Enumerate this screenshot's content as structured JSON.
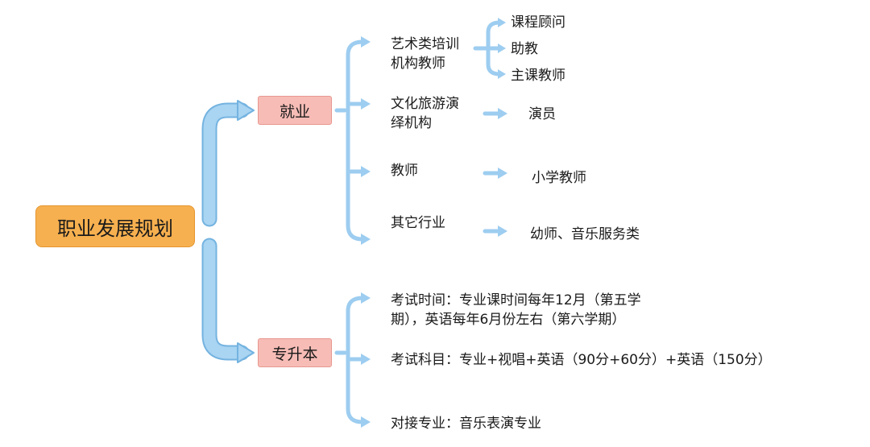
{
  "root": {
    "label": "职业发展规划"
  },
  "branches": [
    {
      "label": "就业",
      "items": [
        {
          "label": "艺术类培训机构教师",
          "line1": "艺术类培训",
          "line2": "机构教师",
          "children": [
            "课程顾问",
            "助教",
            "主课教师"
          ]
        },
        {
          "label": "文化旅游演绎机构",
          "line1": "文化旅游演",
          "line2": "绎机构",
          "children": [
            "演员"
          ]
        },
        {
          "label": "教师",
          "children": [
            "小学教师"
          ]
        },
        {
          "label": "其它行业",
          "children": [
            "幼师、音乐服务类"
          ]
        }
      ]
    },
    {
      "label": "专升本",
      "items": [
        {
          "line1": "考试时间：专业课时间每年12月（第五学",
          "line2": "期），英语每年6月份左右（第六学期）"
        },
        {
          "label": "考试科目：专业+视唱+英语（90分+60分）+英语（150分）"
        },
        {
          "label": "对接专业：音乐表演专业"
        }
      ]
    }
  ],
  "colors": {
    "connector": "#a9d4f2",
    "connector_edge": "#74b3e0",
    "root": "#f7b04f",
    "branch": "#f7bcb6"
  }
}
